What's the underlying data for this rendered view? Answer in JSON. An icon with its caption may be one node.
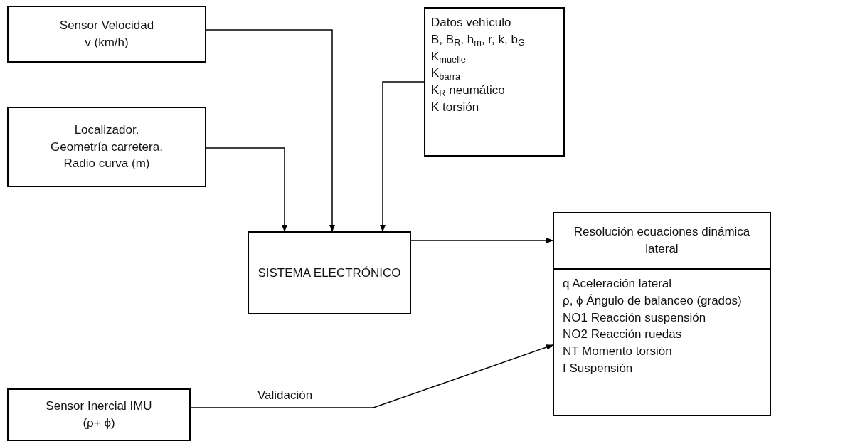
{
  "diagram": {
    "nodes": [
      {
        "text": [
          "Sensor Velocidad",
          "v (km/h)"
        ]
      },
      {
        "text": [
          "Localizador.",
          "Geometría carretera.",
          "Radio curva (m)"
        ]
      },
      {
        "text": [
          "Datos vehículo",
          "B, B$_{R}$, h$_{m}$, r, k, b$_{G}$",
          "K$_{muelle}$",
          "K$_{barra}$",
          "K$_{R}$ neumático",
          "K torsión"
        ]
      },
      {
        "text": [
          "SISTEMA ELECTRÓNICO"
        ]
      },
      {
        "text": [
          "Resolución ecuaciones dinámica lateral"
        ]
      },
      {
        "text": [
          "q Aceleración lateral",
          "ρ, ϕ Ángulo de balanceo (grados)",
          "NO1 Reacción suspensión",
          "NO2 Reacción ruedas",
          "NT Momento torsión",
          "f Suspensión"
        ]
      },
      {
        "text": [
          "Sensor Inercial IMU",
          "(ρ+ ϕ)"
        ]
      }
    ],
    "edges": [
      {
        "from": 0,
        "to": 3,
        "arrow": "to"
      },
      {
        "from": 1,
        "to": 3,
        "arrow": "to"
      },
      {
        "from": 2,
        "to": 3,
        "arrow": "to"
      },
      {
        "from": 3,
        "to": 4,
        "arrow": "to"
      },
      {
        "from": 6,
        "to": 5,
        "label": "Validación",
        "arrow": "to"
      }
    ]
  }
}
